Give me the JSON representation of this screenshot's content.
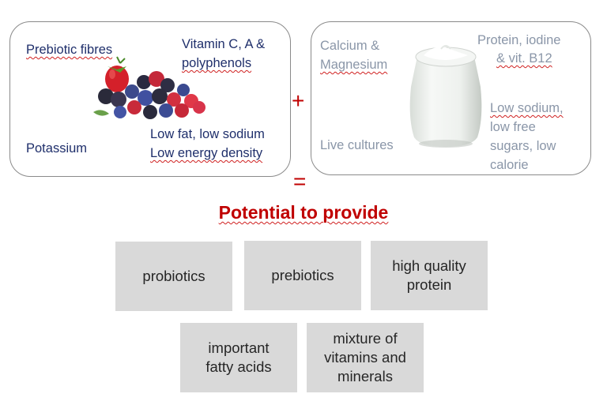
{
  "fruit_panel": {
    "prebiotic": "Prebiotic fibres",
    "vitamins_line1": "Vitamin C, A &",
    "vitamins_line2": "polyphenols",
    "potassium": "Potassium",
    "low_fat": "Low fat, low sodium",
    "low_energy": "Low energy density"
  },
  "yogurt_panel": {
    "calcium_line1": "Calcium &",
    "calcium_line2": "Magnesium",
    "protein_line1": "Protein, iodine",
    "protein_line2": "& vit. B12",
    "live_cultures": "Live cultures",
    "low_line1": "Low sodium,",
    "low_line2": "low free",
    "low_line3": "sugars, low",
    "low_line4": "calorie"
  },
  "plus_sign": "+",
  "equals_sign": "=",
  "heading": "Potential to provide",
  "benefits": [
    {
      "label": "probiotics"
    },
    {
      "label": "prebiotics"
    },
    {
      "label": "high quality\nprotein"
    },
    {
      "label": "important\nfatty acids"
    },
    {
      "label": "mixture of\nvitamins and\nminerals"
    }
  ],
  "colors": {
    "accent": "#c00000",
    "navy_text": "#1f2f6b",
    "grey_text": "#8a96a8",
    "box_fill": "#d9d9d9"
  }
}
